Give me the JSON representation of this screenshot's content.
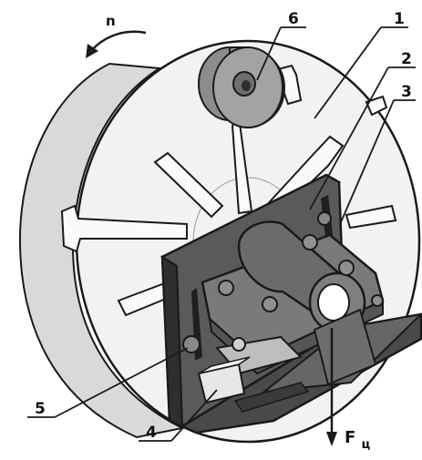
{
  "rotation_label": "n",
  "force_label": {
    "main": "F",
    "subscript": "ц"
  },
  "callouts": [
    "1",
    "2",
    "3",
    "4",
    "5",
    "6"
  ],
  "colors": {
    "ink": "#1a1a1a",
    "faceplate": "#f2f2f2",
    "faceplate_shade": "#d9d9d9",
    "angle_plate": "#5a5a5a",
    "angle_plate_dark": "#2e2e2e",
    "workpiece": "#7a7a7a",
    "counterweight": "#8c8c8c"
  }
}
